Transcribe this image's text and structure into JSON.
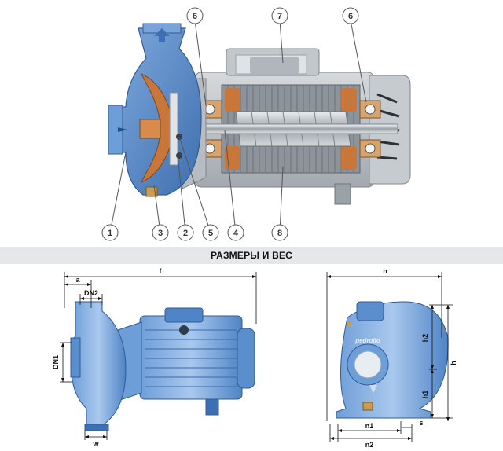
{
  "section_title": "РАЗМЕРЫ И ВЕС",
  "callouts": [
    {
      "id": "1",
      "label": "1"
    },
    {
      "id": "3",
      "label": "3"
    },
    {
      "id": "2",
      "label": "2"
    },
    {
      "id": "5",
      "label": "5"
    },
    {
      "id": "4",
      "label": "4"
    },
    {
      "id": "8",
      "label": "8"
    },
    {
      "id": "6a",
      "label": "6"
    },
    {
      "id": "7",
      "label": "7"
    },
    {
      "id": "6b",
      "label": "6"
    }
  ],
  "side_view_dims": {
    "f": "f",
    "a": "a",
    "dn2": "DN2",
    "dn1": "DN1",
    "w": "w"
  },
  "front_view_dims": {
    "n": "n",
    "h2": "h2",
    "h": "h",
    "h1": "h1",
    "n1": "n1",
    "n2": "n2",
    "s": "s"
  },
  "brand_text": "pedrollo",
  "colors": {
    "pump_blue": "#4a7fc1",
    "pump_blue_light": "#8fb6e3",
    "motor_grey": "#b9bec4",
    "copper": "#c8763a",
    "banner_grey": "#e6e7e8"
  }
}
